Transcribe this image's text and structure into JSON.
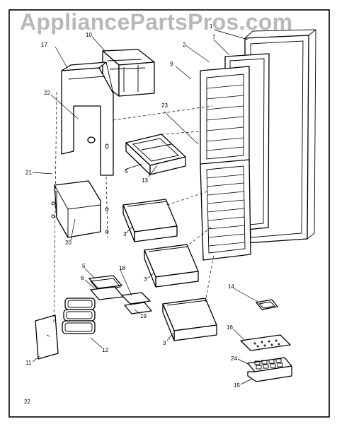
{
  "watermark": "AppliancePartsPros.com",
  "page_number": "22",
  "callouts": {
    "c1": "1",
    "c2": "2",
    "c3a": "3",
    "c3b": "3",
    "c3c": "3",
    "c4": "4",
    "c5": "5",
    "c6": "6",
    "c7": "7",
    "c9": "9",
    "c10": "10",
    "c11": "11",
    "c12": "12",
    "c13": "13",
    "c14": "14",
    "c15": "15",
    "c16": "16",
    "c17": "17",
    "c18": "18",
    "c19": "19",
    "c20": "20",
    "c21": "21",
    "c22": "22",
    "c23": "23",
    "c24": "24"
  }
}
